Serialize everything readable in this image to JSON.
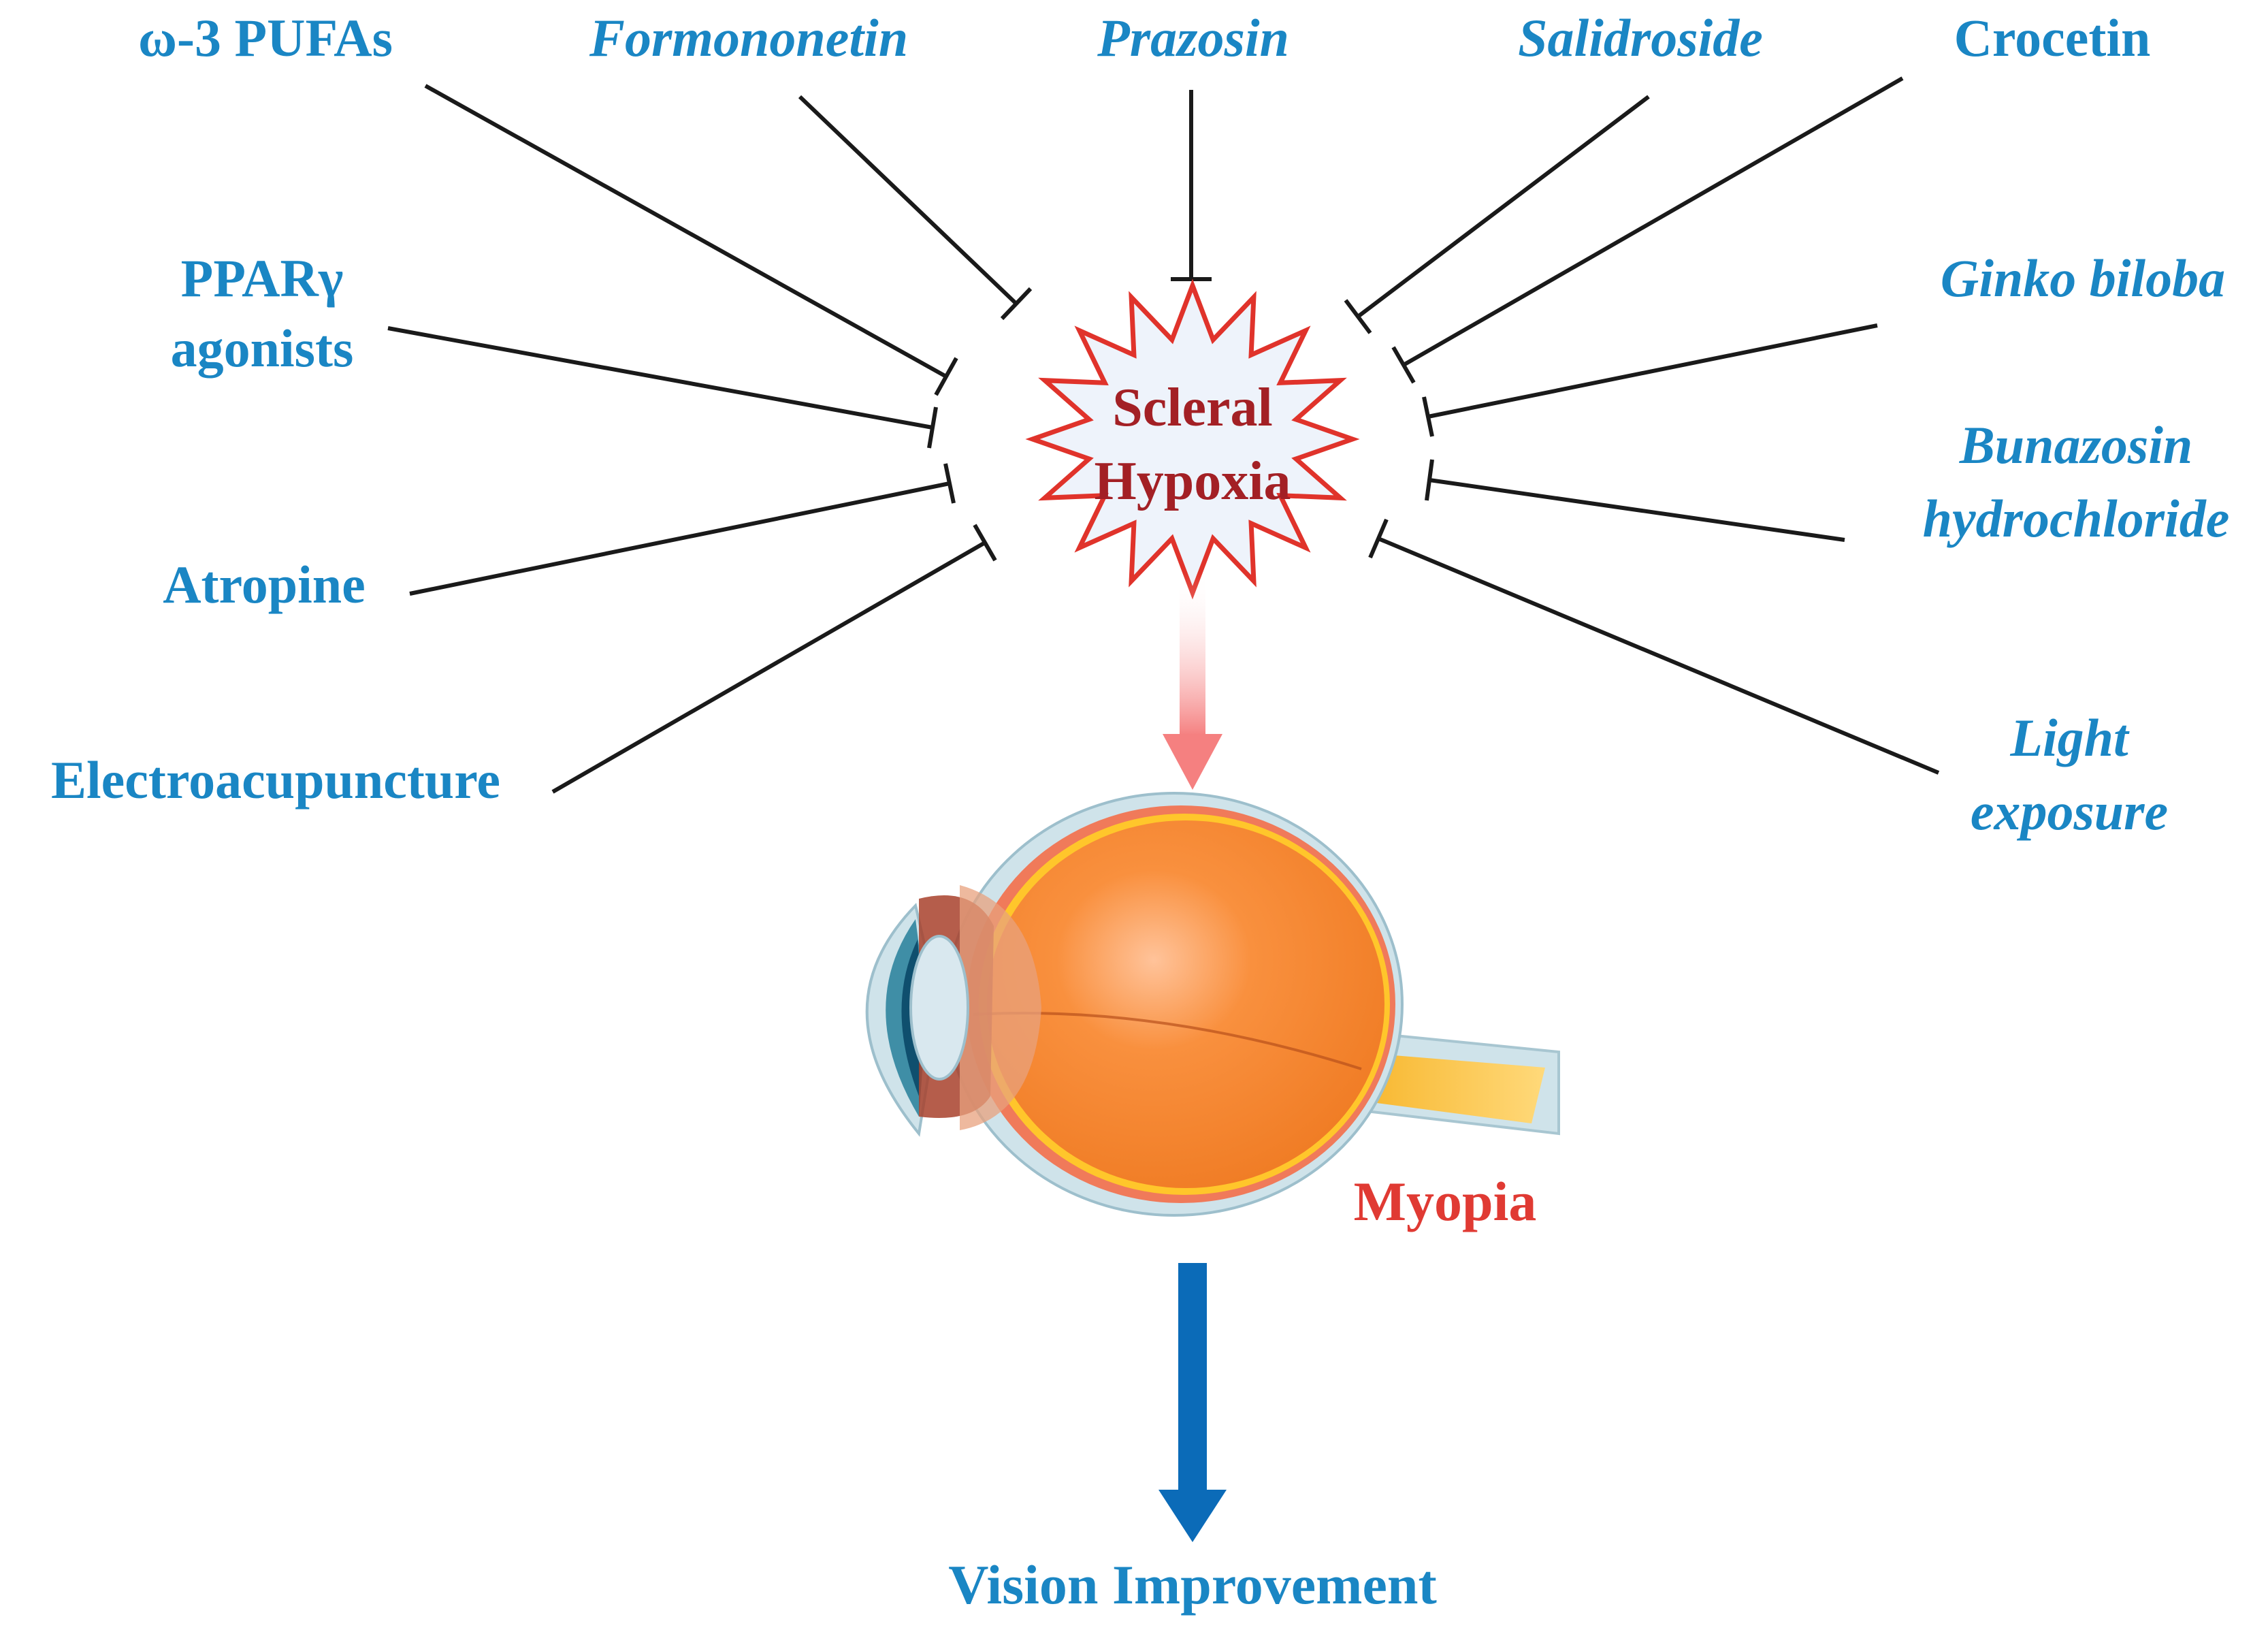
{
  "center": {
    "line1": "Scleral",
    "line2": "Hypoxia"
  },
  "interventions": [
    {
      "id": "omega3",
      "lines": [
        "ω-3 PUFAs"
      ],
      "italic": false
    },
    {
      "id": "formononetin",
      "lines": [
        "Formononetin"
      ],
      "italic": true
    },
    {
      "id": "prazosin",
      "lines": [
        "Prazosin"
      ],
      "italic": true
    },
    {
      "id": "salidroside",
      "lines": [
        "Salidroside"
      ],
      "italic": true
    },
    {
      "id": "crocetin",
      "lines": [
        "Crocetin"
      ],
      "italic": false
    },
    {
      "id": "ppar",
      "lines": [
        "PPARγ",
        "agonists"
      ],
      "italic": false
    },
    {
      "id": "ginkgo",
      "lines": [
        "Ginko biloba"
      ],
      "italic": true
    },
    {
      "id": "bunazosin",
      "lines": [
        "Bunazosin",
        "hydrochloride"
      ],
      "italic": true
    },
    {
      "id": "atropine",
      "lines": [
        "Atropine"
      ],
      "italic": false
    },
    {
      "id": "light",
      "lines": [
        "Light",
        "exposure"
      ],
      "italic": true
    },
    {
      "id": "electro",
      "lines": [
        "Electroacupuncture"
      ],
      "italic": false
    }
  ],
  "outcome": {
    "condition": "Myopia",
    "result": "Vision Improvement"
  },
  "colors": {
    "label_blue": "#1a86c4",
    "center_text": "#a32025",
    "burst_stroke": "#e0332b",
    "burst_fill": "#eef3fb",
    "down_arrow_pink": "#f58080",
    "down_arrow_blue": "#0b6bb8",
    "myopia_red": "#e03a33"
  }
}
